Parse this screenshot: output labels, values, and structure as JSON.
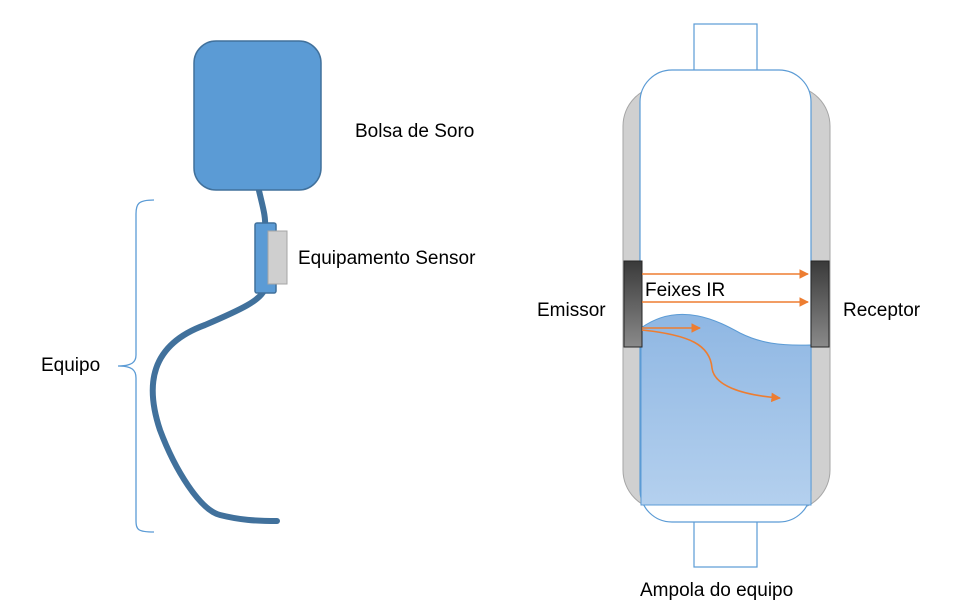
{
  "left_diagram": {
    "bag_label": "Bolsa de Soro",
    "sensor_label": "Equipamento Sensor",
    "tube_label": "Equipo"
  },
  "right_diagram": {
    "ir_label": "Feixes IR",
    "emitter_label": "Emissor",
    "receiver_label": "Receptor",
    "chamber_label": "Ampola do equipo"
  },
  "colors": {
    "bag_fill": "#5b9bd5",
    "bag_stroke": "#41719c",
    "tube": "#41719c",
    "sensor_box": "#5b9bd5",
    "sensor_plate": "#cfcfcf",
    "brace": "#5b9bd5",
    "housing": "#d0d0d0",
    "chamber_outline": "#5b9bd5",
    "liquid": "#9dc3e6",
    "ir_beam": "#ed7d31",
    "emitter": "#595959"
  }
}
